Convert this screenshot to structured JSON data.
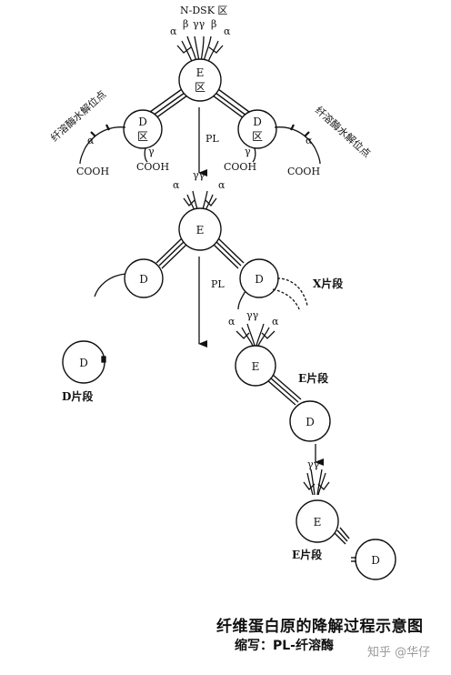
{
  "labels": {
    "n_dsk": "N-DSK 区",
    "alpha": "α",
    "beta": "β",
    "gamma": "γ",
    "gamma_gamma": "γγ",
    "e": "E",
    "d": "D",
    "qu": "区",
    "pl": "PL",
    "cooh": "COOH",
    "plasmin_site_left": "纤溶酶水解位点",
    "plasmin_site_right": "纤溶酶水解位点",
    "x_fragment": "X片段",
    "d_fragment": "D片段",
    "e_fragment": "E片段"
  },
  "caption": {
    "title": "纤维蛋白原的降解过程示意图",
    "subtitle": "缩写：PL-纤溶酶"
  },
  "watermark": "知乎 @华仔"
}
